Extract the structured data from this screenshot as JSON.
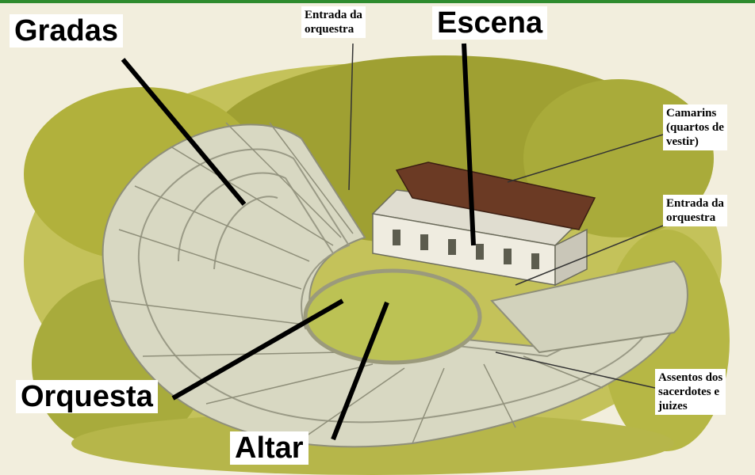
{
  "diagram": {
    "labels": {
      "gradas": "Gradas",
      "escena": "Escena",
      "orquesta": "Orquesta",
      "altar": "Altar",
      "entrada_top": "Entrada da\norquestra",
      "camarins": "Camarins\n(quartos de\nvestir)",
      "entrada_right": "Entrada da\norquestra",
      "assentos": "Assentos dos\nsacerdotes e\njuizes"
    },
    "colors": {
      "accent_bar": "#2e8b2e",
      "foliage": "#a7a93a",
      "stone": "#d9d9c4",
      "roof": "#6b3a24",
      "orchestra": "#bcc254"
    }
  }
}
